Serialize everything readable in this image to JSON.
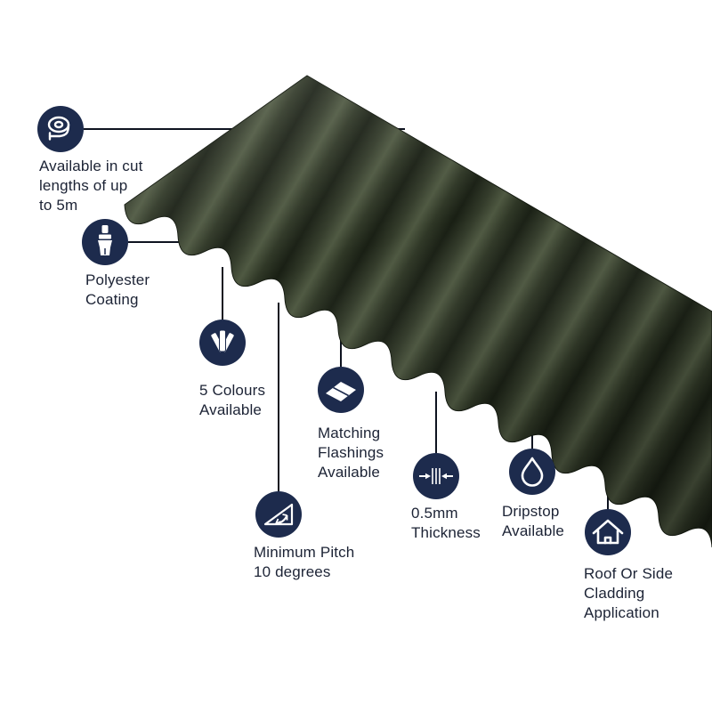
{
  "page": {
    "background": "#ffffff"
  },
  "sheet": {
    "name": "Corrugated roofing sheet",
    "base_color": "#363e2c",
    "ridge_highlight": "#4d5740",
    "valley_shadow": "#1a2014"
  },
  "colors": {
    "icon_circle": "#1d2b4d",
    "icon_glyph": "#ffffff",
    "label_text": "#1c2335",
    "connector_line": "#0e1320"
  },
  "features": [
    {
      "id": "cut-lengths",
      "icon": "tape-measure-icon",
      "label": "Available in cut\nlengths of up\nto 5m"
    },
    {
      "id": "polyester-coating",
      "icon": "paintbrush-icon",
      "label": "Polyester\nCoating"
    },
    {
      "id": "five-colours",
      "icon": "colour-swatches-icon",
      "label": "5 Colours\nAvailable"
    },
    {
      "id": "matching-flashings",
      "icon": "flashing-icon",
      "label": "Matching\nFlashings\nAvailable"
    },
    {
      "id": "minimum-pitch",
      "icon": "pitch-angle-icon",
      "label": "Minimum Pitch\n10 degrees"
    },
    {
      "id": "thickness",
      "icon": "thickness-arrows-icon",
      "label": "0.5mm\nThickness"
    },
    {
      "id": "dripstop",
      "icon": "water-droplet-icon",
      "label": "Dripstop\nAvailable"
    },
    {
      "id": "cladding",
      "icon": "house-icon",
      "label": "Roof Or Side\nCladding\nApplication"
    }
  ]
}
